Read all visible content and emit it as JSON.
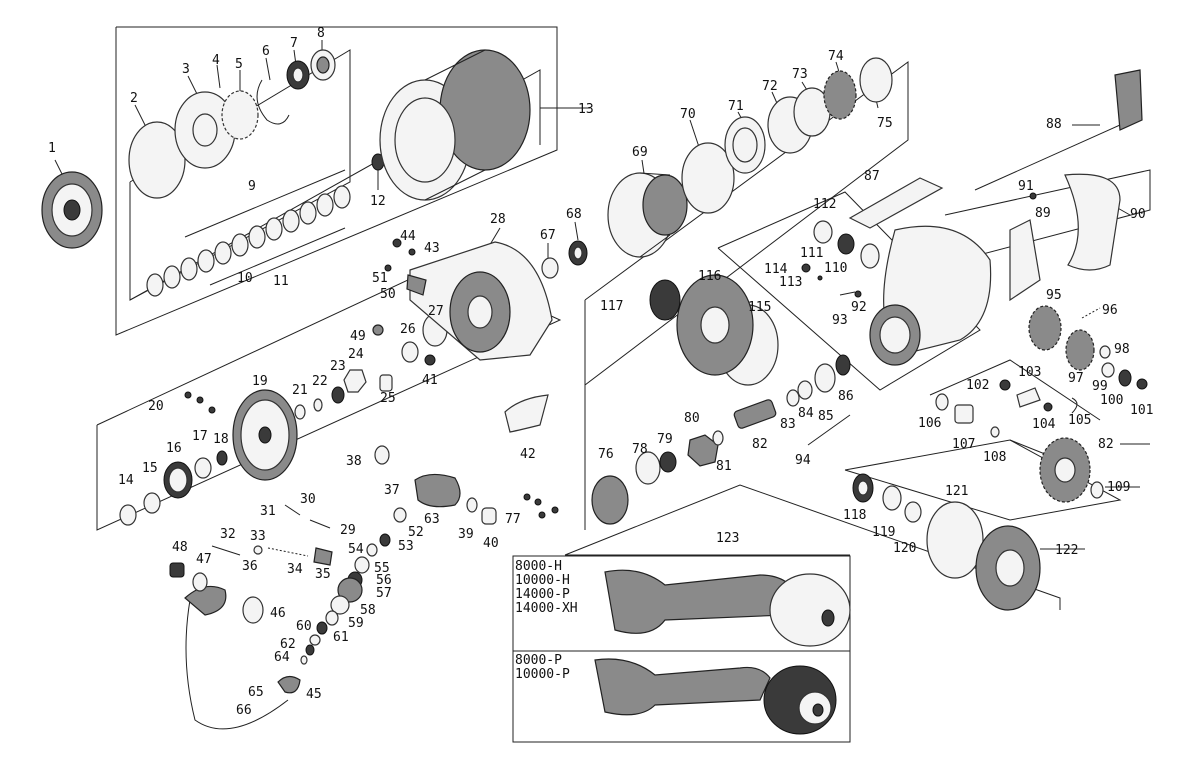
{
  "parts": [
    "1",
    "2",
    "3",
    "4",
    "5",
    "6",
    "7",
    "8",
    "9",
    "10",
    "11",
    "12",
    "13",
    "14",
    "15",
    "16",
    "17",
    "18",
    "19",
    "20",
    "21",
    "22",
    "23",
    "24",
    "25",
    "26",
    "27",
    "28",
    "29",
    "30",
    "31",
    "32",
    "33",
    "34",
    "35",
    "36",
    "37",
    "38",
    "39",
    "40",
    "41",
    "42",
    "43",
    "44",
    "45",
    "46",
    "47",
    "48",
    "49",
    "50",
    "51",
    "52",
    "53",
    "54",
    "55",
    "56",
    "57",
    "58",
    "59",
    "60",
    "61",
    "62",
    "63",
    "64",
    "65",
    "66",
    "67",
    "68",
    "69",
    "70",
    "71",
    "72",
    "73",
    "74",
    "75",
    "76",
    "77",
    "78",
    "79",
    "80",
    "81",
    "82",
    "83",
    "84",
    "85",
    "86",
    "87",
    "88",
    "89",
    "90",
    "91",
    "92",
    "93",
    "94",
    "95",
    "96",
    "97",
    "98",
    "99",
    "100",
    "101",
    "102",
    "103",
    "104",
    "105",
    "106",
    "107",
    "108",
    "109",
    "110",
    "111",
    "112",
    "113",
    "114",
    "115",
    "116",
    "117",
    "118",
    "119",
    "120",
    "121",
    "82",
    "122",
    "123"
  ],
  "handle_box": {
    "group_h": [
      "8000-H",
      "10000-H",
      "14000-P",
      "14000-XH"
    ],
    "group_p": [
      "8000-P",
      "10000-P"
    ]
  },
  "colors": {
    "line": "#222222",
    "part_fill": "#f4f4f4",
    "part_dark": "#8a8a8a"
  }
}
